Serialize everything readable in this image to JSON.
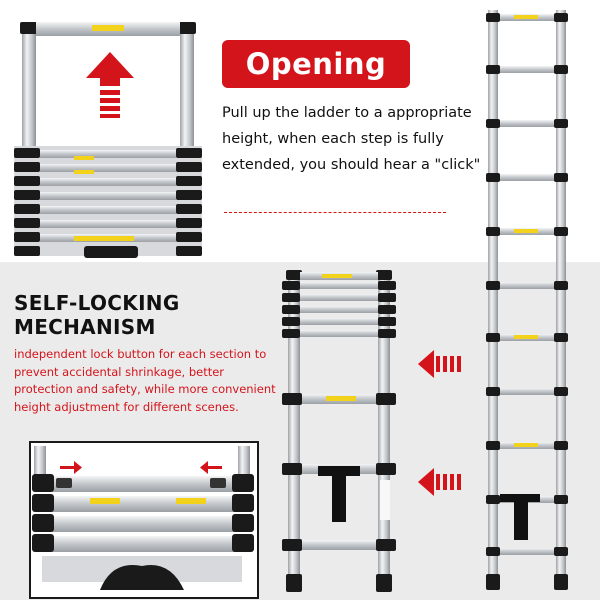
{
  "opening": {
    "badge": "Opening",
    "description": "Pull up the ladder to a appropriate height, when each step is fully extended, you should hear a \"click\""
  },
  "self_locking": {
    "title": "SELF-LOCKING MECHANISM",
    "description": "independent lock button for each section to prevent accidental shrinkage, better protection and safety, while more convenient height adjustment for different scenes."
  },
  "colors": {
    "accent_red": "#d4141b",
    "rail_silver": "#c9ccd0",
    "cap_black": "#1a1a1a",
    "label_yellow": "#f3d21c",
    "panel_grey": "#ebebeb"
  },
  "icons": [
    "up-arrow-icon",
    "left-arrow-icon",
    "lock-button-arrow-icon"
  ]
}
